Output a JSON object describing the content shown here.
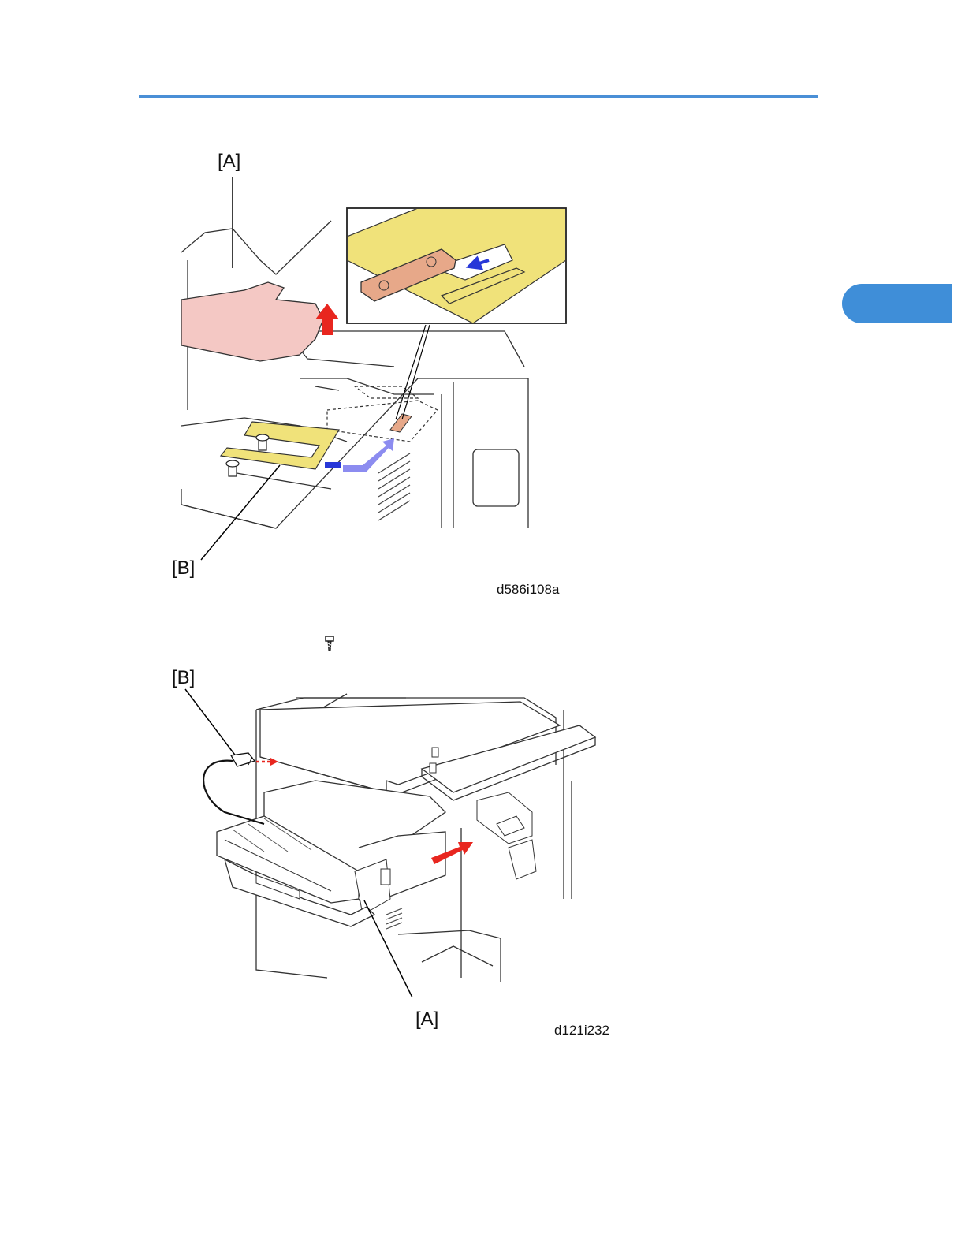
{
  "figure1": {
    "label_a": "[A]",
    "label_b": "[B]",
    "code": "d586i108a"
  },
  "figure2": {
    "label_a": "[A]",
    "label_b": "[B]",
    "code": "d121i232"
  },
  "colors": {
    "accent": "#4a8fd6",
    "chapter_tab": "#3f8ed8",
    "yellow_part": "#f0e27a",
    "copper_part": "#e7a889",
    "hand": "#f4c8c4",
    "red_arrow": "#e8261f",
    "blue_arrow": "#2838d8",
    "light_blue_arrow": "#8c8cf0"
  },
  "icons": [
    "screw-icon",
    "hand-icon"
  ]
}
